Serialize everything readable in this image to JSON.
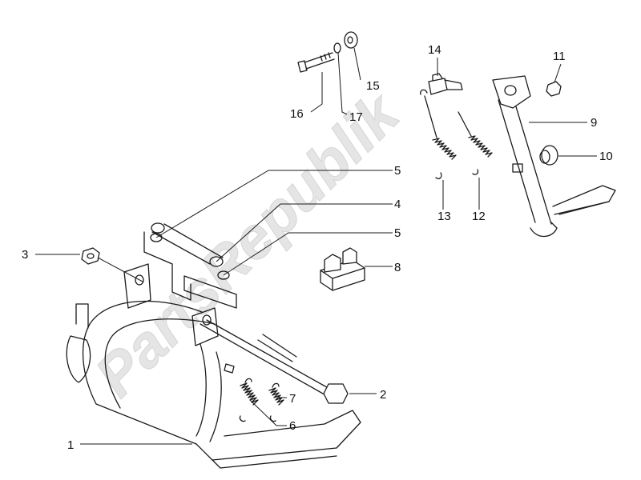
{
  "watermark": "PartsRepublik",
  "callouts": [
    "1",
    "2",
    "3",
    "4",
    "5",
    "5",
    "6",
    "7",
    "8",
    "9",
    "10",
    "11",
    "12",
    "13",
    "14",
    "15",
    "16",
    "17"
  ]
}
